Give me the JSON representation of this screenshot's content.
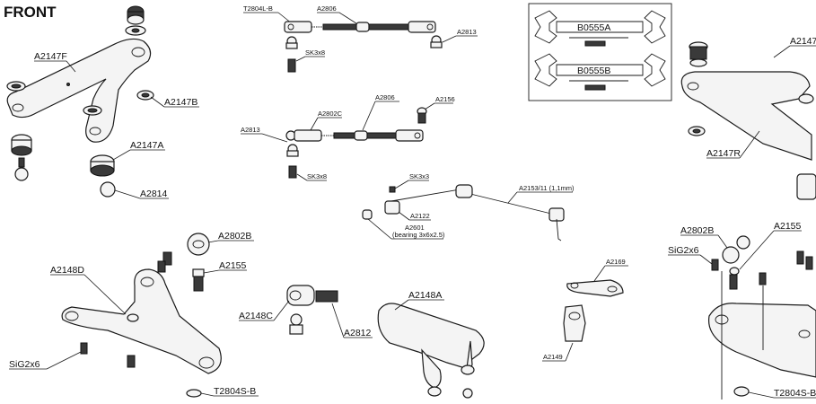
{
  "title": "FRONT",
  "labels": {
    "a2147f": "A2147F",
    "a2147b": "A2147B",
    "a2147a": "A2147A",
    "a2814": "A2814",
    "t2804lb": "T2804L-B",
    "a2806_top": "A2806",
    "a2813_top": "A2813",
    "sk3x8_top": "SK3x8",
    "a2806_mid": "A2806",
    "a2156": "A2156",
    "a2802c": "A2802C",
    "a2813_mid": "A2813",
    "sk3x8_mid": "SK3x8",
    "sk3x3": "SK3x3",
    "a2153": "A2153/11 (1,1mm)",
    "a2122": "A2122",
    "a2601": "A2601",
    "a2601_note": "(bearing 3x6x2.5)",
    "b0555a": "B0555A",
    "b0555b": "B0555B",
    "a2147_right": "A2147",
    "a2147r": "A2147R",
    "a2802b_left": "A2802B",
    "a2155_left": "A2155",
    "a2148d": "A2148D",
    "sig2x6_left": "SiG2x6",
    "t2804sb_left": "T2804S-B",
    "a2148c": "A2148C",
    "a2812": "A2812",
    "a2148a": "A2148A",
    "a2169": "A2169",
    "a2149": "A2149",
    "a2802b_right": "A2802B",
    "a2155_right": "A2155",
    "sig2x6_right": "SiG2x6",
    "t2804sb_right": "T2804S-B"
  }
}
